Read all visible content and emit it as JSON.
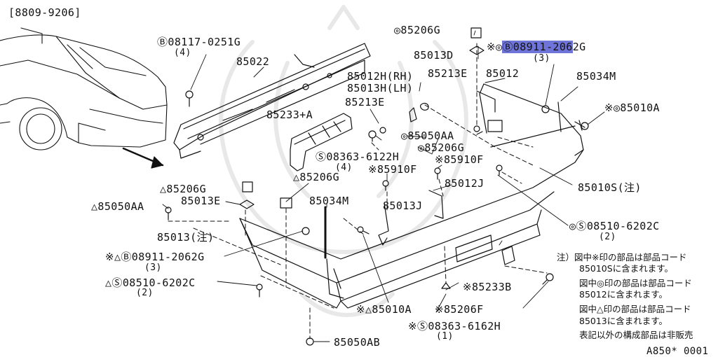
{
  "header": {
    "date_range": "[8809-9206]"
  },
  "footer": {
    "figure_code": "A850* 0001"
  },
  "labels": {
    "p85206g_top": "◎85206G",
    "p85013d": "85013D",
    "p08911_top_prefix": "※◎",
    "p08911_top_sel": "Ⓑ08911-206",
    "p08911_top_suffix": "2G",
    "p08911_top_qty": "(3)",
    "p08117": "Ⓑ08117-0251G",
    "p08117_qty": "(4)",
    "p85022": "85022",
    "p85012h": "85012H(RH)",
    "p85013h": "85013H(LH)",
    "p85213e_a": "85213E",
    "p85213e_b": "85213E",
    "p85012": "85012",
    "p85034m_r": "85034M",
    "p85010a_r": "※◎85010A",
    "p85233a": "85233+A",
    "p85050aa_mid": "◎85050AA",
    "p85206g_mid": "◎85206G",
    "p08363_6122": "Ⓢ08363-6122H",
    "p08363_6122_qty": "(4)",
    "p85910f_a": "※85910F",
    "p85910f_b": "※85910F",
    "p85206g_center": "△85206G",
    "p85206g_left": "△85206G",
    "p85012j": "85012J",
    "p85010s": "85010S(注)",
    "p85013e_left": "85013E",
    "p85050aa_left": "△85050AA",
    "p85034m_c": "85034M",
    "p85013j": "85013J",
    "p08510_r": "◎Ⓢ08510-6202C",
    "p08510_r_qty": "(2)",
    "p85013_note": "85013(注)",
    "p08911_left": "※△Ⓑ08911-2062G",
    "p08911_left_qty": "(3)",
    "p08510_left": "△Ⓢ08510-6202C",
    "p08510_left_qty": "(2)",
    "p85233b": "※85233B",
    "p85010a_c": "※△85010A",
    "p85206f": "※85206F",
    "p08363_6162": "※Ⓢ08363-6162H",
    "p08363_6162_qty": "(1)",
    "p85050ab": "85050AB"
  },
  "notes": [
    "注）図中※印の部品は部品コード",
    "85010Sに含まれます。",
    "図中◎印の部品は部品コード",
    "85012に含まれます。",
    "図中△印の部品は部品コード",
    "85013に含まれます。",
    "表記以外の構成部品は非販売"
  ],
  "colors": {
    "ink": "#111111",
    "highlight": "#6f74d8",
    "watermark": "#e6e6e6"
  }
}
